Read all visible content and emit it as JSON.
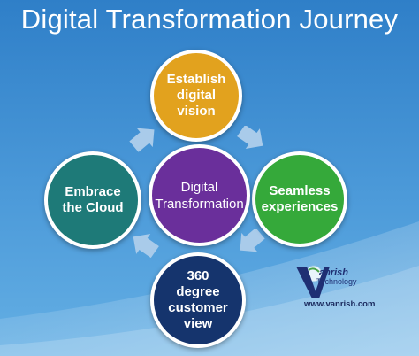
{
  "title": "Digital Transformation Journey",
  "center": {
    "label": "Digital Transformation"
  },
  "nodes": {
    "top": "Establish digital vision",
    "right": "Seamless experiences",
    "bottom": "360 degree customer view",
    "left": "Embrace the Cloud"
  },
  "logo": {
    "wordmark": "anrish",
    "sub": "Technology",
    "url": "www.vanrish.com"
  },
  "colors": {
    "background": "#4c9ad9",
    "top": "#e2a21e",
    "right": "#35a93a",
    "bottom": "#15346d",
    "left": "#1e7a78",
    "center": "#6a2f9b",
    "arrow": "#a9cbea"
  }
}
